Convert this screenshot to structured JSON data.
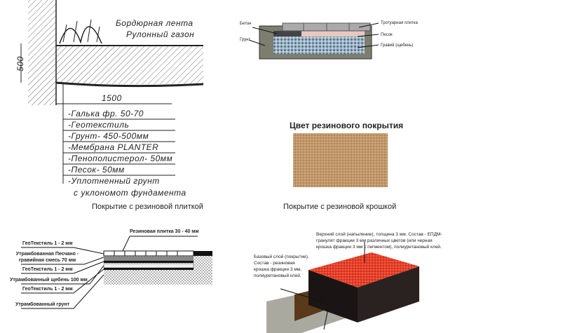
{
  "lawn_section": {
    "labels": [
      "Бордюрная лента",
      "Рулонный газон"
    ],
    "dim_height": "500",
    "dim_width": "1500",
    "layers": [
      "-Галька фр. 50-70",
      "-Геотекстиль",
      "-Грунт- 450-500мм",
      "-Мембрана PLANTER",
      "-Пенополистерол- 50мм",
      "-Песок- 50мм",
      "-Уплотненный грунт"
    ],
    "layers_note": "с уклономот фундамента"
  },
  "paving_section": {
    "labels": [
      "Бетон",
      "Грунт",
      "Тротуарная плитка",
      "Песок",
      "Гравий (щебень)"
    ]
  },
  "color_swatch": {
    "title": "Цвет резинового покрытия",
    "color": "#c49a6c"
  },
  "rubber_tile": {
    "caption": "Покрытие с резиновой плиткой",
    "top_label": "Резиновая плитка 30 - 40 мм",
    "labels": [
      "ГеоТекстиль 1 - 2 мм",
      "Утрамбованная Песчано - гравийная смесь 70 мм",
      "ГеоТекстиль 1 - 2 мм",
      "Утрамбованный щебень 100 мм",
      "ГеоТекстиль 1 - 2 мм",
      "Утрамбованный грунт"
    ]
  },
  "rubber_crumb": {
    "caption": "Покрытие с резиновой крошкой",
    "top_note": "Верхний слой (напыление), толщина 3 мм. Состав - ЕПДМ-гранулят фракции 3 мм различных цветов (или черная крошка фракции 3 мм с пигментом), полиуретановый клей.",
    "base_note": "Базовый слой (покрытие). Состав - резиновая крошка фракции 3 мм, полиуретановый клей.",
    "top_color": "#e8402a"
  }
}
